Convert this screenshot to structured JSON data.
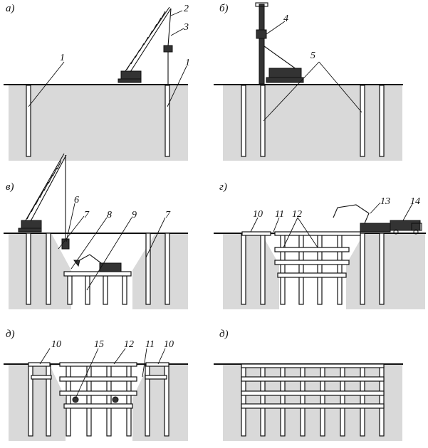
{
  "panels": [
    {
      "id": "a",
      "letter": "а)",
      "numbers": [
        "1",
        "2",
        "3",
        "1"
      ]
    },
    {
      "id": "b",
      "letter": "б)",
      "numbers": [
        "4",
        "5"
      ]
    },
    {
      "id": "v",
      "letter": "в)",
      "numbers": [
        "6",
        "7",
        "8",
        "9",
        "7"
      ]
    },
    {
      "id": "g",
      "letter": "г)",
      "numbers": [
        "10",
        "11",
        "12",
        "13",
        "14"
      ]
    },
    {
      "id": "d1",
      "letter": "д)",
      "numbers": [
        "10",
        "15",
        "12",
        "11",
        "10"
      ]
    },
    {
      "id": "d2",
      "letter": "д)",
      "numbers": []
    }
  ],
  "colors": {
    "ground": "#d9d9d9",
    "line": "#111111",
    "fill": "#ffffff"
  }
}
